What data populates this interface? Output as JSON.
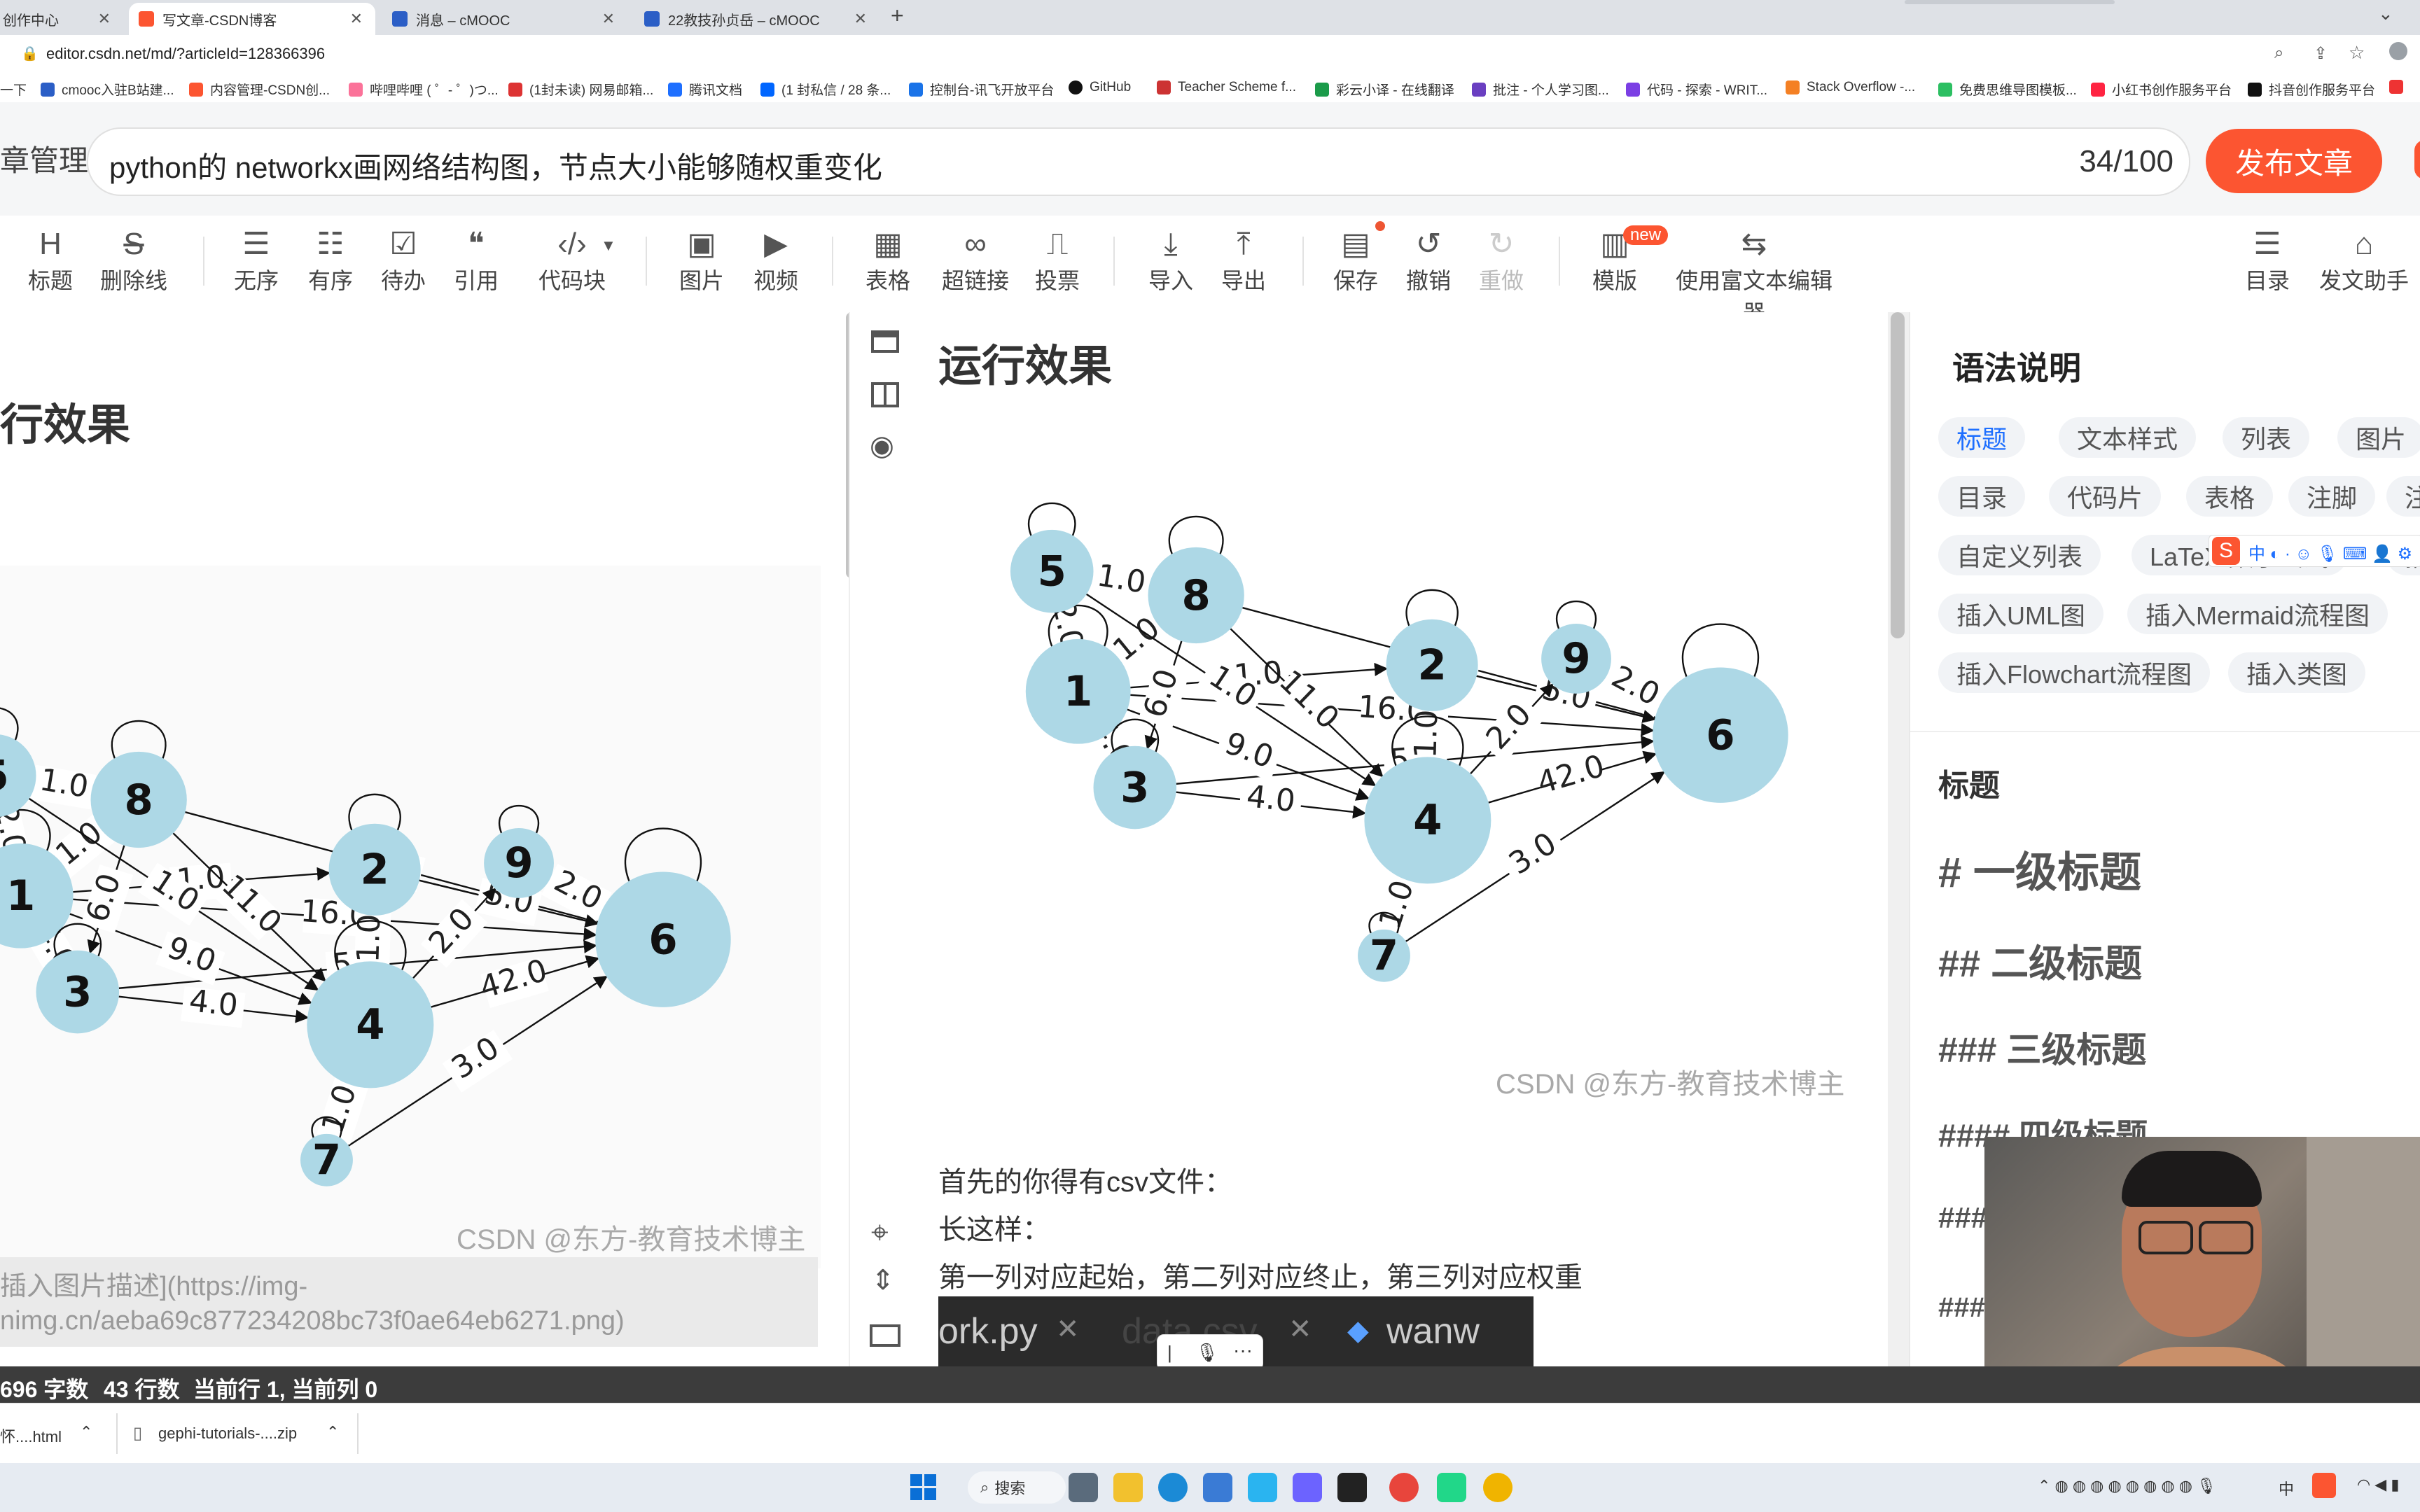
{
  "browser": {
    "tabs": [
      {
        "label": "创作中心"
      },
      {
        "label": "写文章-CSDN博客"
      },
      {
        "label": "消息 – cMOOC"
      },
      {
        "label": "22教技孙贞岳 – cMOOC"
      }
    ],
    "new_tab": "+",
    "url": "editor.csdn.net/md/?articleId=128366396",
    "bookmarks": [
      "一下",
      "cmooc入驻B站建...",
      "内容管理-CSDN创...",
      "哔哩哔哩 ( ゜- ゜)つ...",
      "(1封未读) 网易邮箱...",
      "腾讯文档",
      "(1 封私信 / 28 条...",
      "控制台-讯飞开放平台",
      "GitHub",
      "Teacher Scheme f...",
      "彩云小译 - 在线翻译",
      "批注 - 个人学习图...",
      "代码 - 探索 - WRIT...",
      "Stack Overflow -...",
      "免费思维导图模板...",
      "小红书创作服务平台",
      "抖音创作服务平台"
    ]
  },
  "header": {
    "left_label": "章管理",
    "title": "python的 networkx画网络结构图，节点大小能够随权重变化",
    "count": "34/100",
    "publish": "发布文章"
  },
  "toolbar": {
    "items": [
      {
        "icon": "H",
        "label": "标题"
      },
      {
        "icon": "S",
        "label": "删除线"
      },
      {
        "icon": "☰",
        "label": "无序"
      },
      {
        "icon": "☷",
        "label": "有序"
      },
      {
        "icon": "☑",
        "label": "待办"
      },
      {
        "icon": "❝",
        "label": "引用"
      },
      {
        "icon": "‹/›",
        "label": "代码块"
      },
      {
        "icon": "▣",
        "label": "图片"
      },
      {
        "icon": "▶",
        "label": "视频"
      },
      {
        "icon": "▦",
        "label": "表格"
      },
      {
        "icon": "∞",
        "label": "超链接"
      },
      {
        "icon": "⎍",
        "label": "投票"
      },
      {
        "icon": "⤓",
        "label": "导入"
      },
      {
        "icon": "⤒",
        "label": "导出"
      },
      {
        "icon": "▤",
        "label": "保存"
      },
      {
        "icon": "↺",
        "label": "撤销"
      },
      {
        "icon": "↻",
        "label": "重做"
      },
      {
        "icon": "▥",
        "label": "模版"
      },
      {
        "icon": "⇆",
        "label": "使用富文本编辑器"
      },
      {
        "icon": "☰",
        "label": "目录"
      },
      {
        "icon": "⌂",
        "label": "发文助手"
      }
    ],
    "new_badge": "new"
  },
  "editor": {
    "heading": "行效果",
    "img_line1": "插入图片描述](https://img-",
    "img_line2": "nimg.cn/aeba69c877234208bc73f0ae64eb6271.png)",
    "watermark": "CSDN @东方-教育技术博主"
  },
  "preview": {
    "heading": "运行效果",
    "watermark": "CSDN @东方-教育技术博主",
    "p1": "首先的你得有csv文件：",
    "p2": "长这样：",
    "p3": "第一列对应起始，第二列对应终止，第三列对应权重",
    "code_tabs": [
      "ork.py",
      "data.csv",
      "wanw"
    ]
  },
  "graph": {
    "nodes": [
      {
        "id": "1"
      },
      {
        "id": "2"
      },
      {
        "id": "3"
      },
      {
        "id": "4"
      },
      {
        "id": "5"
      },
      {
        "id": "6"
      },
      {
        "id": "7"
      },
      {
        "id": "8"
      },
      {
        "id": "9"
      }
    ],
    "edge_labels": [
      "1.0",
      "2.0",
      "1.0",
      "1.0",
      "4.0",
      "1.0",
      "8.0",
      "2.0",
      "16.0",
      "5.0",
      "5.0",
      "42.0",
      "9.0",
      "11.0",
      "1.0",
      "2.0",
      "3.0",
      "1.0",
      "4.0",
      "6.0",
      "1.0"
    ]
  },
  "syntax": {
    "title": "语法说明",
    "chips_row1": [
      "标题",
      "文本样式",
      "列表",
      "图片"
    ],
    "chips_row2": [
      "目录",
      "代码片",
      "表格",
      "注脚",
      "注"
    ],
    "chips_row3": [
      "自定义列表",
      "LaTeX 数学公式",
      "插入"
    ],
    "chips_row4": [
      "插入UML图",
      "插入Mermaid流程图"
    ],
    "chips_row5": [
      "插入Flowchart流程图",
      "插入类图"
    ],
    "section": "标题",
    "h1": "# 一级标题",
    "h2": "## 二级标题",
    "h3": "### 三级标题",
    "h4": "#### 四级标题",
    "h5": "###",
    "h6": "###"
  },
  "status": {
    "chars": "696 字数",
    "lines": "43 行数",
    "cursor": "当前行 1, 当前列 0"
  },
  "downloads": [
    "怀....html",
    "gephi-tutorials-....zip"
  ],
  "taskbar": {
    "search": "搜索",
    "ime": "中"
  }
}
